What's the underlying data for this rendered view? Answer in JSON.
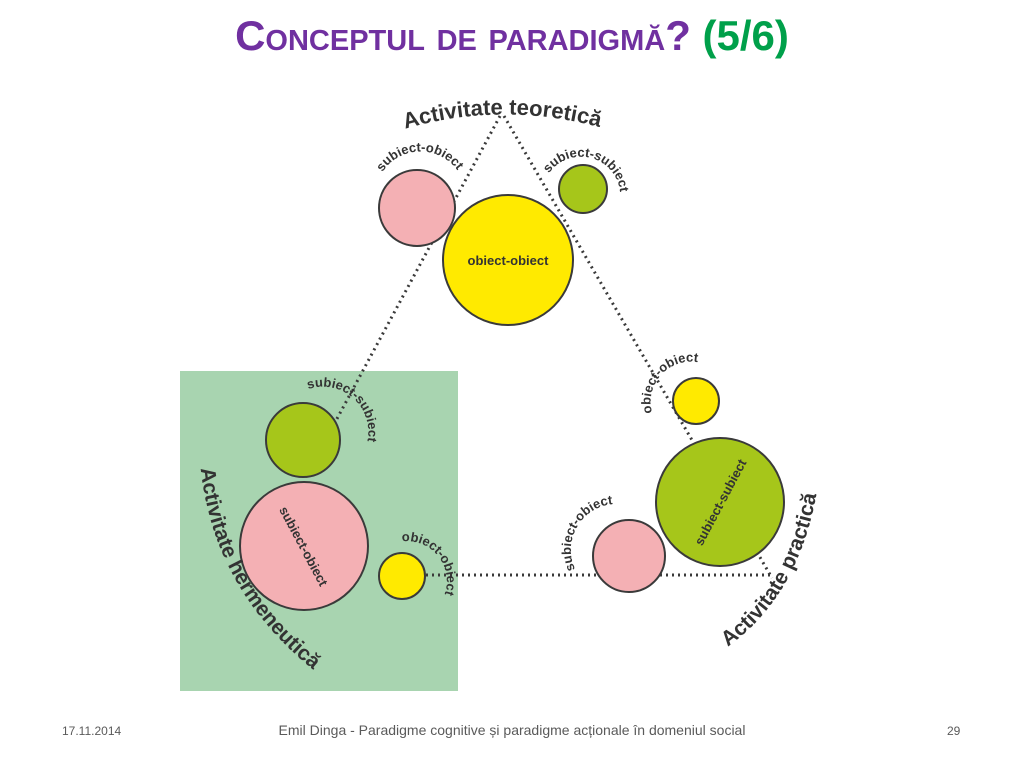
{
  "slide": {
    "title_main": "Conceptul de paradigmă?",
    "title_count": "(5/6)"
  },
  "diagram": {
    "vertices": {
      "top": "Activitate teoretică",
      "left": "Activitate hermeneutică",
      "right": "Activitate practică"
    },
    "circles": {
      "top_pink": "subiect-obiect",
      "top_green": "subiect-subiect",
      "top_yellow": "obiect-obiect",
      "left_green": "subiect-subiect",
      "left_pink": "subiect-obiect",
      "left_yellow": "obiect-obiect",
      "right_yellow": "obiect-obiect",
      "right_green": "subiect-subiect",
      "right_pink": "subiect-obiect"
    },
    "colors": {
      "pink": "#f4b0b4",
      "green": "#a6c61a",
      "yellow": "#ffea00",
      "highlight_box": "#a8d4b0",
      "stroke": "#3a3a3a"
    }
  },
  "footer": {
    "date": "17.11.2014",
    "caption": "Emil Dinga - Paradigme cognitive și paradigme acționale în domeniul social",
    "page": "29"
  }
}
